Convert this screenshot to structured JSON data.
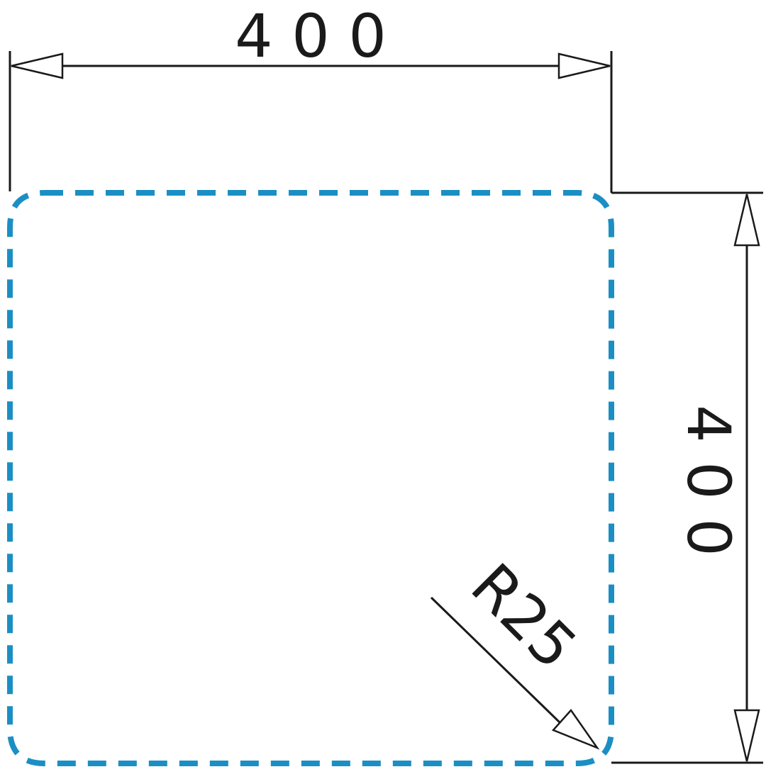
{
  "colors": {
    "outline": "#1b8fc4",
    "lines": "#1a1a1a",
    "background": "#ffffff"
  },
  "dimensions": {
    "width_label": "4 0 0",
    "height_label": "4 0 0",
    "radius_label": "R25"
  }
}
